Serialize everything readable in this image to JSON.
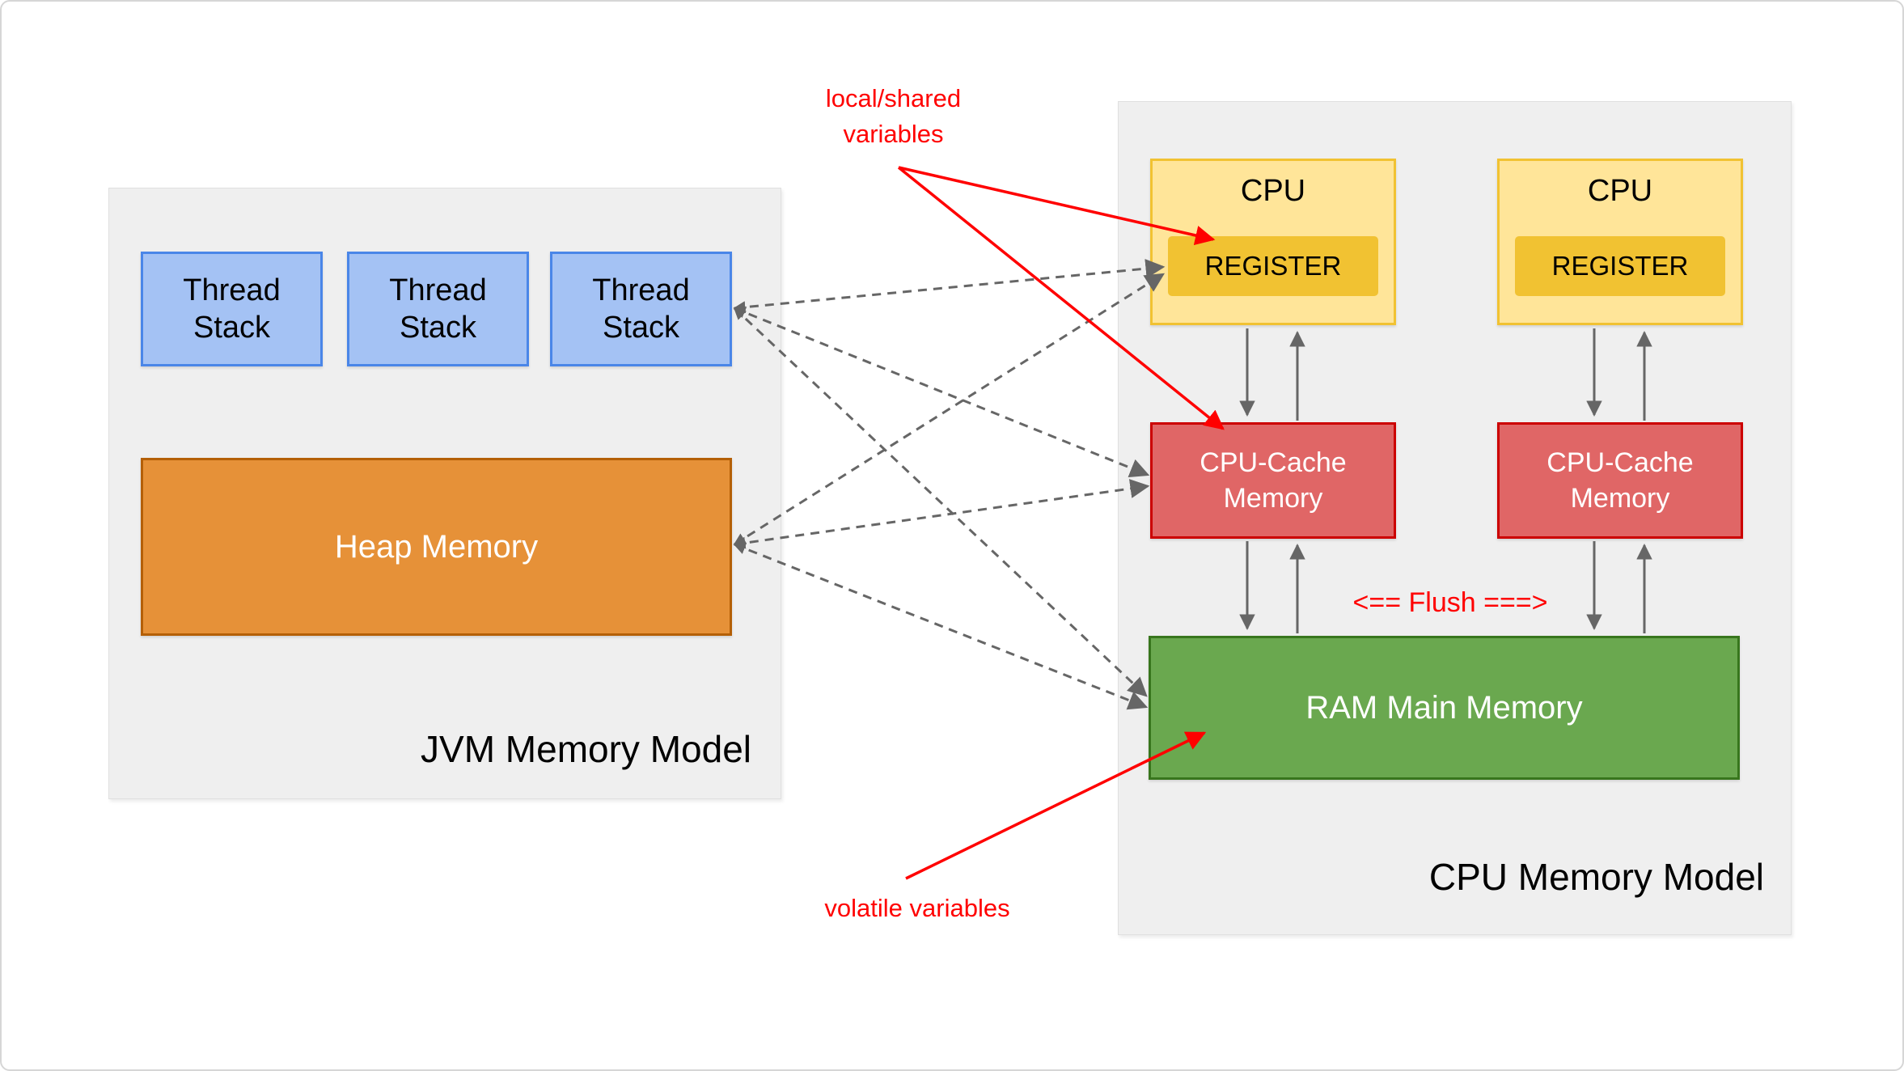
{
  "jvm_model": {
    "title": "JVM Memory Model",
    "thread_stacks": [
      {
        "label": "Thread Stack"
      },
      {
        "label": "Thread Stack"
      },
      {
        "label": "Thread Stack"
      }
    ],
    "heap_label": "Heap Memory"
  },
  "cpu_model": {
    "title": "CPU Memory Model",
    "cpus": [
      {
        "label": "CPU",
        "register_label": "REGISTER"
      },
      {
        "label": "CPU",
        "register_label": "REGISTER"
      }
    ],
    "caches": [
      {
        "line1": "CPU-Cache",
        "line2": "Memory"
      },
      {
        "line1": "CPU-Cache",
        "line2": "Memory"
      }
    ],
    "ram_label": "RAM Main Memory",
    "flush_label": "<== Flush ===>"
  },
  "annotations": {
    "local_shared_line1": "local/shared",
    "local_shared_line2": "variables",
    "volatile_label": "volatile variables"
  },
  "colors": {
    "thread_stack_fill": "#A4C2F4",
    "thread_stack_border": "#4A86E8",
    "heap_fill": "#E69138",
    "heap_border": "#B45F06",
    "cpu_fill": "#FFE599",
    "cpu_border": "#F1C232",
    "register_fill": "#F1C232",
    "cache_fill": "#E06666",
    "cache_border": "#CC0000",
    "ram_fill": "#6AA84F",
    "ram_border": "#38761D",
    "container_fill": "#EFEFEF",
    "annotation_red": "#FF0000",
    "arrow_gray": "#666666"
  }
}
